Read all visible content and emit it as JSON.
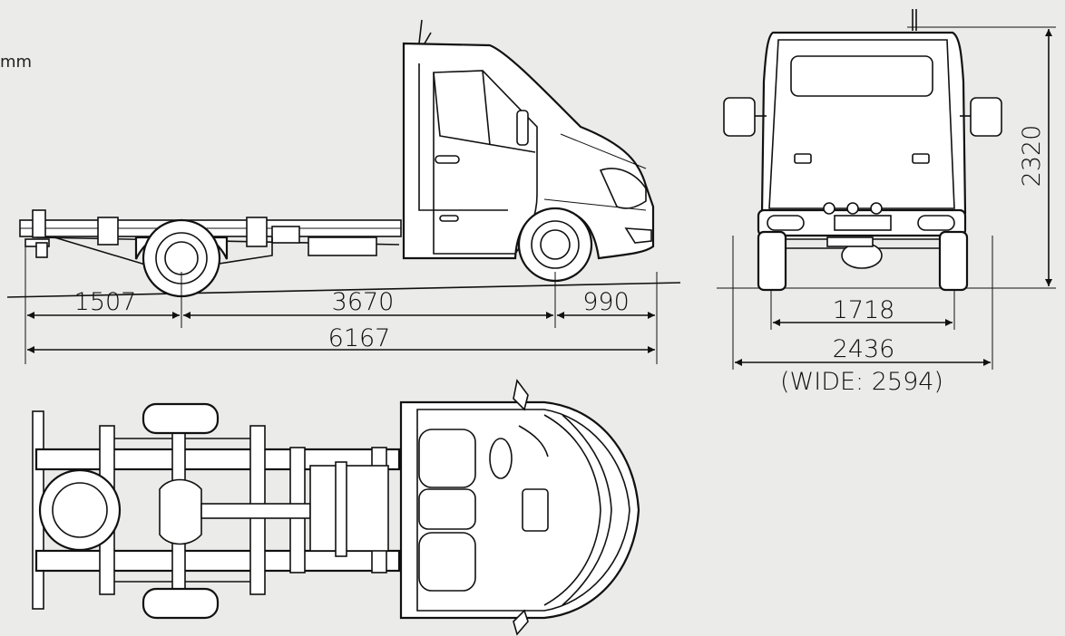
{
  "unit": "mm",
  "dimensions": {
    "front_overhang_rear": "1507",
    "wheelbase": "3670",
    "front_overhang": "990",
    "overall_length": "6167",
    "height": "2320",
    "track_width": "1718",
    "body_width": "2436",
    "wide_width": "(WIDE: 2594)"
  },
  "icons": [
    "side-view-vehicle",
    "rear-view-vehicle",
    "top-view-chassis"
  ]
}
